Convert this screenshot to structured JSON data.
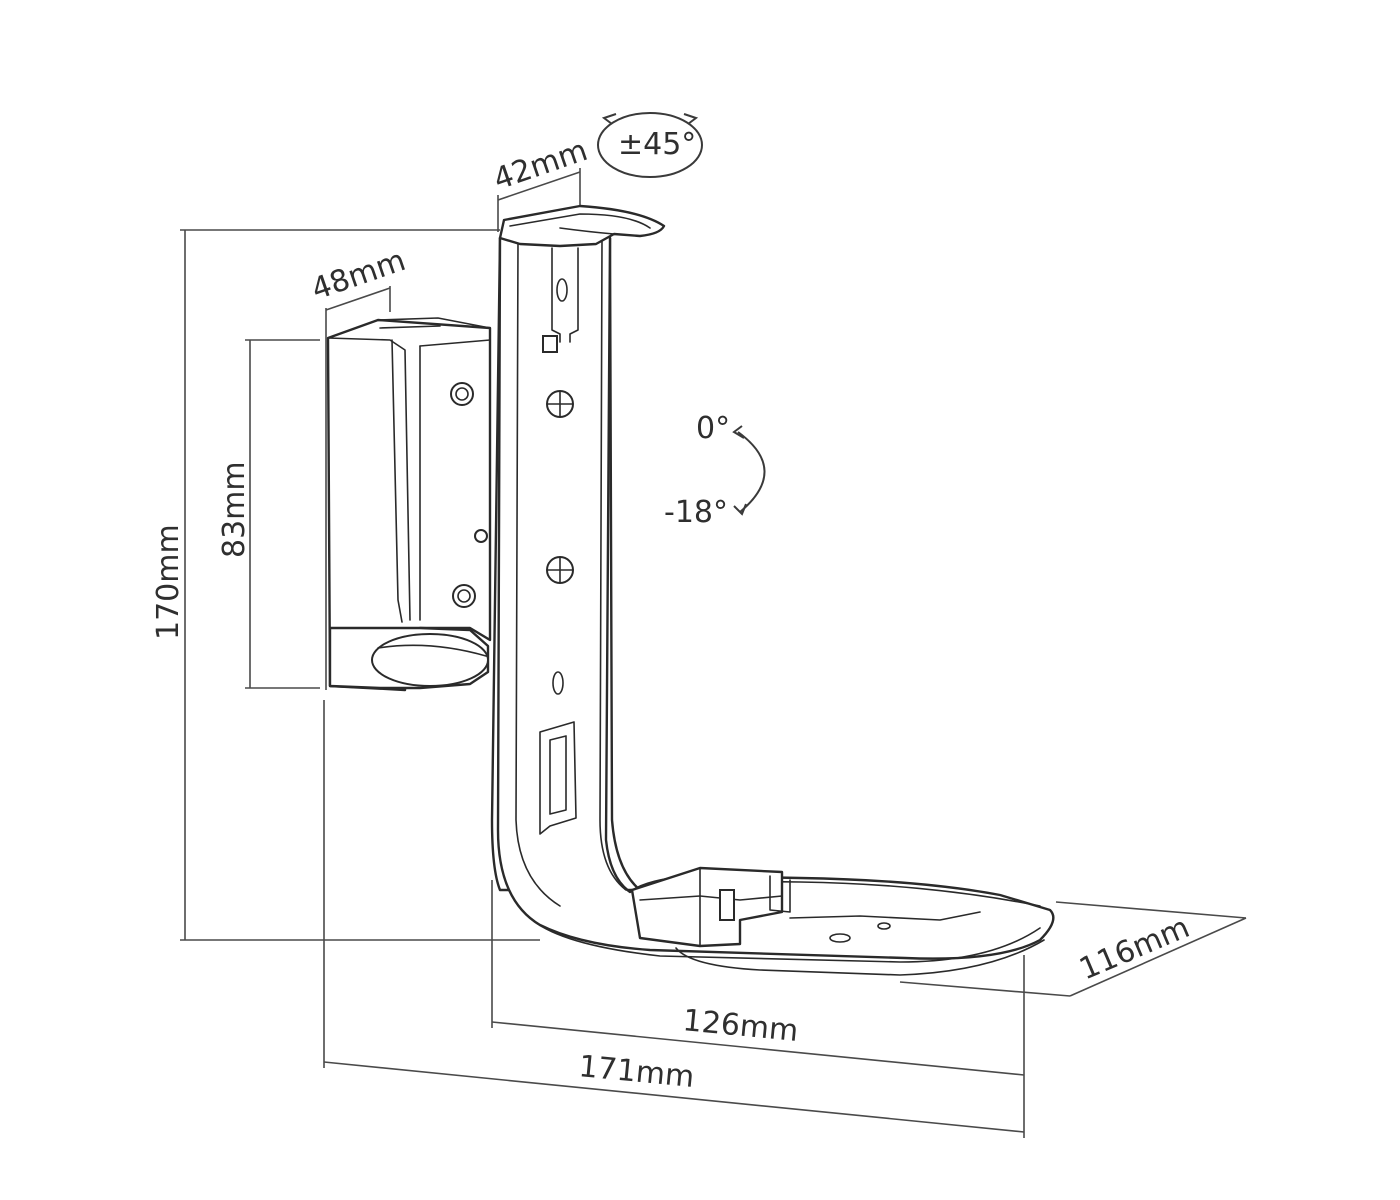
{
  "dimensions": {
    "top_width": "42mm",
    "side_depth": "48mm",
    "total_height": "170mm",
    "plate_height": "83mm",
    "base_depth": "116mm",
    "arm_reach": "126mm",
    "total_reach": "171mm"
  },
  "rotation": {
    "swivel": "±45°",
    "tilt_top": "0°",
    "tilt_bottom": "-18°"
  },
  "colors": {
    "line": "#2a2a2a",
    "dimension": "#4a4a4a",
    "background": "#ffffff"
  }
}
